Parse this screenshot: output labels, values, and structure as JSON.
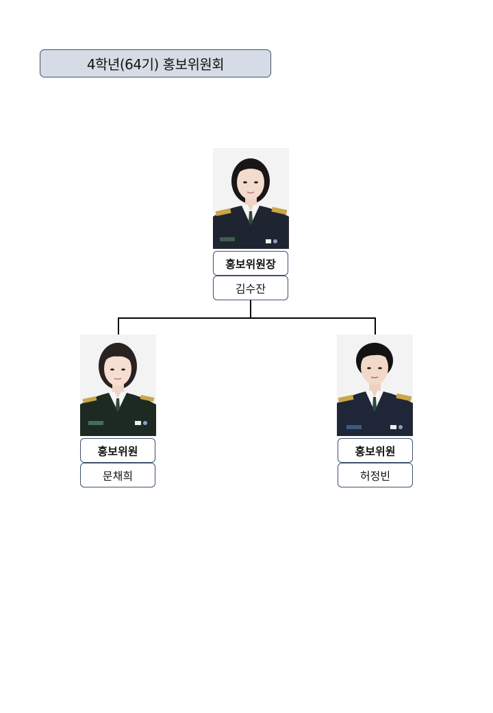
{
  "title": "4학년(64기) 홍보위원회",
  "chief": {
    "role": "홍보위원장",
    "name": "김수잔"
  },
  "members": [
    {
      "role": "홍보위원",
      "name": "문채희"
    },
    {
      "role": "홍보위원",
      "name": "허정빈"
    }
  ],
  "colors": {
    "title_fill": "#d6dce5",
    "box_border": "#3b4f6b",
    "uniform_dark": "#1f2530",
    "uniform_green": "#1d2a22",
    "uniform_navy": "#1e2638"
  }
}
